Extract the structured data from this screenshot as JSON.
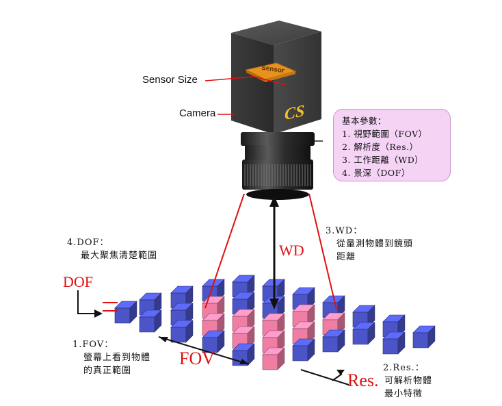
{
  "camera": {
    "sensor_chip_text": "Sensor",
    "logo_text": "CS",
    "sensor_size_label": "Sensor Size",
    "camera_label": "Camera"
  },
  "params_box": {
    "title": "基本參數：",
    "items": [
      "1. 視野範圍（FOV）",
      "2. 解析度（Res.）",
      "3. 工作距離（WD）",
      "4. 景深（DOF）"
    ]
  },
  "annotations": {
    "wd_title": "3.WD：",
    "wd_desc_1": "從量測物體到鏡頭",
    "wd_desc_2": "距離",
    "dof_title": "4.DOF：",
    "dof_desc": "最大聚焦清楚範圍",
    "fov_title": "1.FOV：",
    "fov_desc_1": "螢幕上看到物體",
    "fov_desc_2": "的真正範圍",
    "res_title": "2.Res.：",
    "res_desc_1": "可解析物體",
    "res_desc_2": "最小特徵"
  },
  "big_labels": {
    "wd": "WD",
    "dof": "DOF",
    "fov": "FOV",
    "res": "Res."
  },
  "colors": {
    "cube_blue": "#4b55c8",
    "cube_pink": "#f07ea4",
    "accent_red": "#e01010",
    "camera_body": "#3a3a3a",
    "sensor_orange": "#e8921e",
    "logo_yellow": "#f0c030",
    "box_fill": "#f4d3f4"
  }
}
